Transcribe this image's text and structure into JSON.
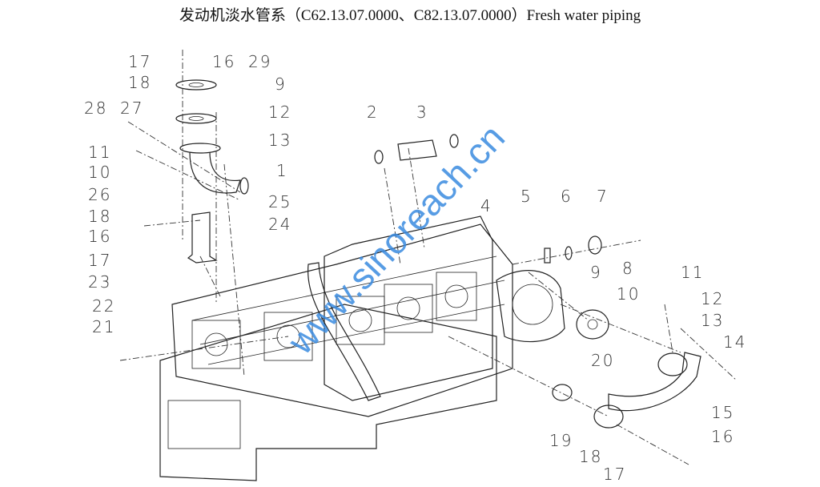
{
  "title": "发动机淡水管系（C62.13.07.0000、C82.13.07.0000）Fresh water piping",
  "watermark": "www.sinoreach.cn",
  "colors": {
    "watermark": "#3a8be0",
    "lines": "#222222"
  },
  "part_labels": [
    "16",
    "17",
    "18",
    "29",
    "9",
    "28",
    "27",
    "12",
    "11",
    "13",
    "10",
    "1",
    "26",
    "25",
    "18",
    "24",
    "16",
    "17",
    "23",
    "22",
    "21",
    "2",
    "3",
    "4",
    "5",
    "6",
    "7",
    "8",
    "9",
    "11",
    "10",
    "12",
    "13",
    "14",
    "20",
    "15",
    "16",
    "19",
    "18",
    "17"
  ]
}
